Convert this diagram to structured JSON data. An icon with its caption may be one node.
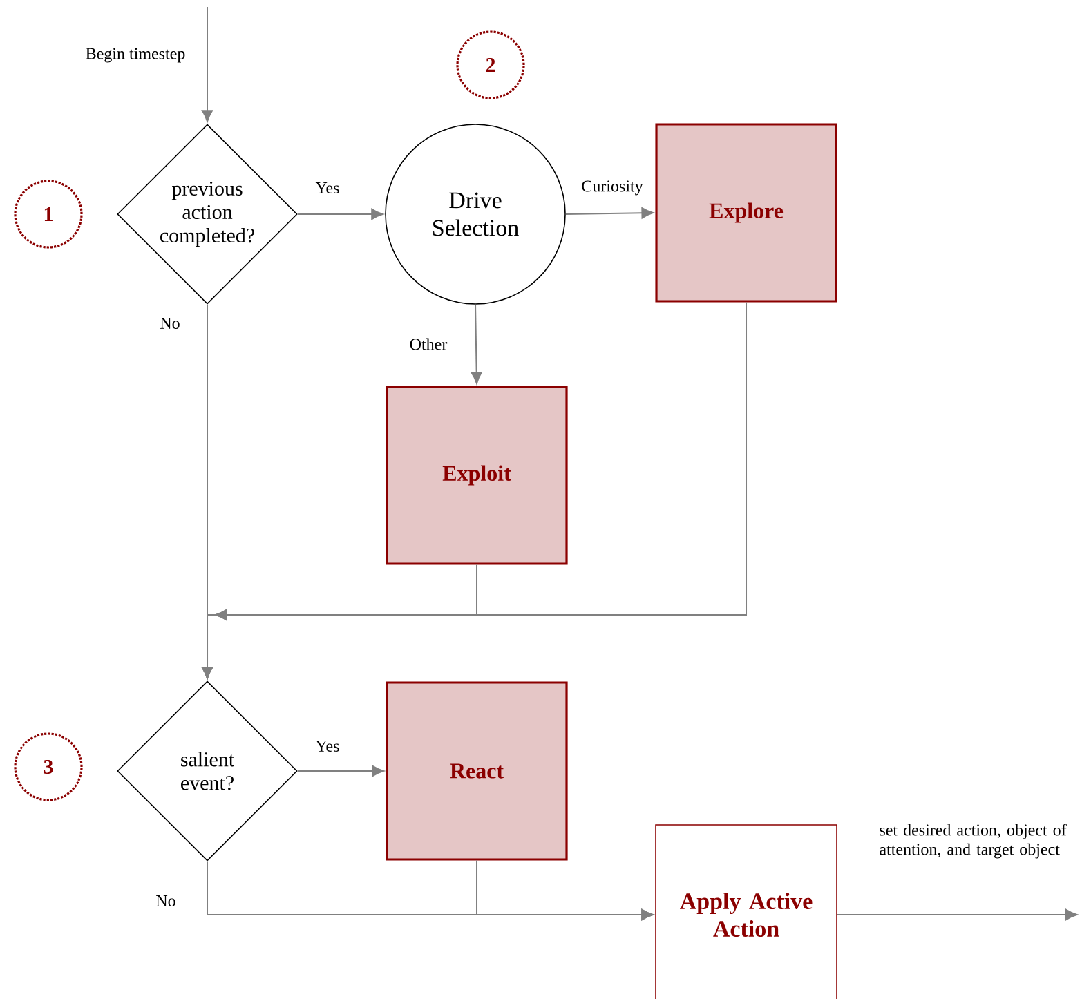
{
  "diagram": {
    "nodes": [
      {
        "text": [
          "2"
        ]
      },
      {
        "text": [
          "1"
        ]
      },
      {
        "text": [
          "previous action completed?"
        ]
      },
      {
        "text": [
          "Drive Selection"
        ]
      },
      {
        "text": [
          "Explore"
        ]
      },
      {
        "text": [
          "Exploit"
        ]
      },
      {
        "text": [
          "3"
        ]
      },
      {
        "text": [
          "salient event?"
        ]
      },
      {
        "text": [
          "React"
        ]
      },
      {
        "text": [
          "Apply Active Action"
        ]
      }
    ],
    "edges": [
      {
        "from": null,
        "to": 2,
        "arrow": "to",
        "label": "Begin timestep"
      },
      {
        "from": 2,
        "to": 3,
        "arrow": "to",
        "label": "Yes"
      },
      {
        "from": 3,
        "to": 4,
        "arrow": "to",
        "label": "Curiosity"
      },
      {
        "from": 3,
        "to": 5,
        "arrow": "to",
        "label": "Other"
      },
      {
        "from": 2,
        "to": 7,
        "arrow": "to",
        "label": "No"
      },
      {
        "from": 5,
        "to": 7,
        "arrow": "to"
      },
      {
        "from": 4,
        "to": 7,
        "arrow": "to"
      },
      {
        "from": 7,
        "to": 8,
        "arrow": "to",
        "label": "Yes"
      },
      {
        "from": 7,
        "to": 9,
        "arrow": "to",
        "label": "No"
      },
      {
        "from": 8,
        "to": 9,
        "arrow": "to"
      },
      {
        "from": 9,
        "to": null,
        "arrow": "to",
        "label": "set desired action, object of attention, and target object"
      }
    ]
  }
}
